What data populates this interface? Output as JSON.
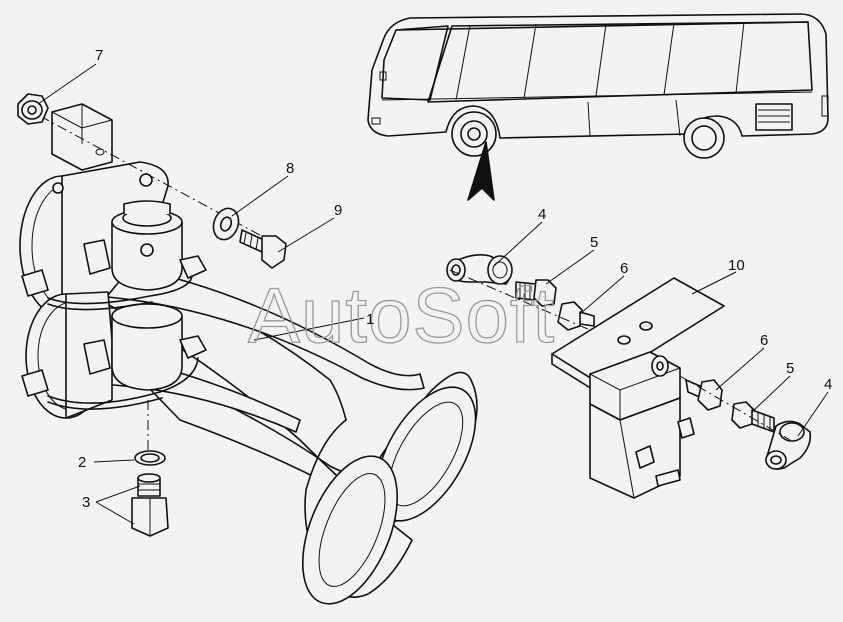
{
  "watermark": "AutoSoft",
  "callouts": [
    {
      "id": "c1",
      "label": "1"
    },
    {
      "id": "c2",
      "label": "2"
    },
    {
      "id": "c3",
      "label": "3"
    },
    {
      "id": "c4a",
      "label": "4"
    },
    {
      "id": "c4b",
      "label": "4"
    },
    {
      "id": "c5a",
      "label": "5"
    },
    {
      "id": "c5b",
      "label": "5"
    },
    {
      "id": "c6a",
      "label": "6"
    },
    {
      "id": "c6b",
      "label": "6"
    },
    {
      "id": "c7",
      "label": "7"
    },
    {
      "id": "c8",
      "label": "8"
    },
    {
      "id": "c9",
      "label": "9"
    },
    {
      "id": "c10",
      "label": "10"
    }
  ]
}
